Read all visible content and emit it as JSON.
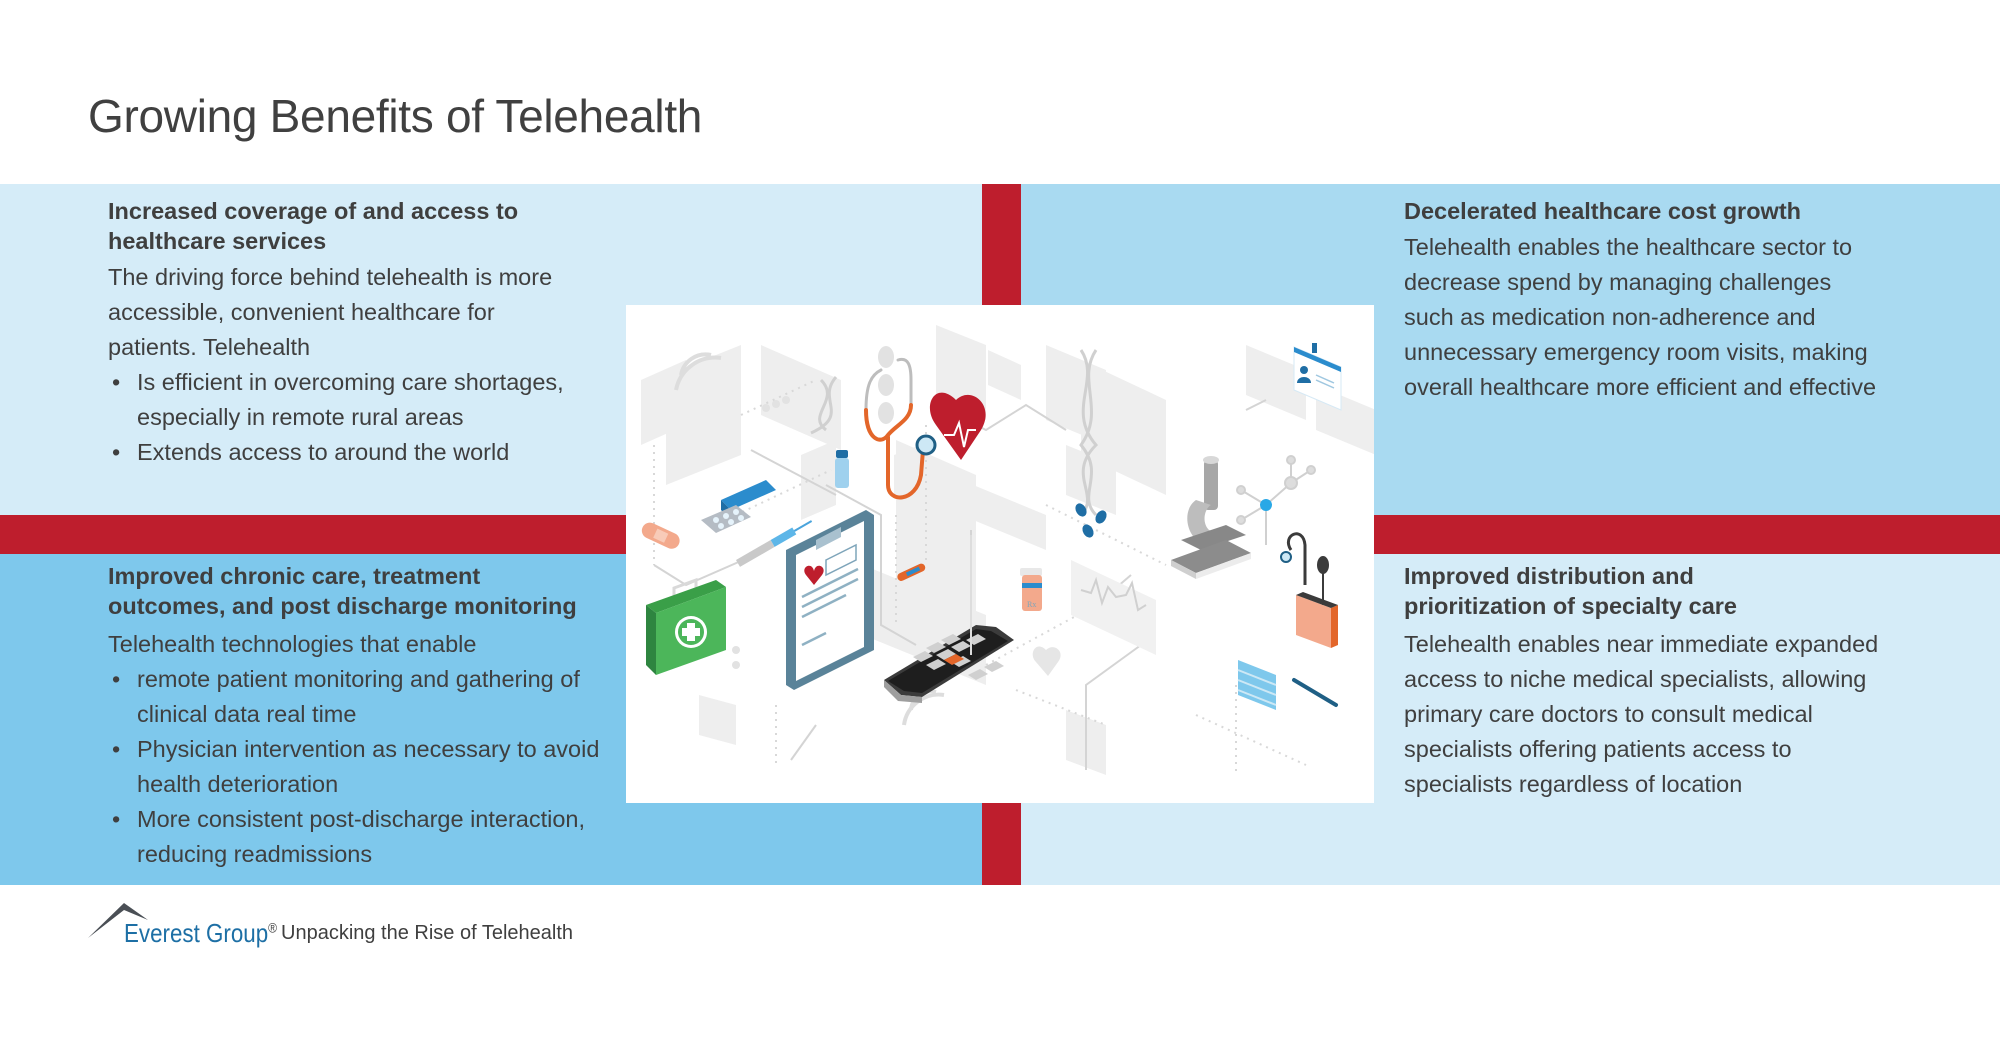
{
  "page": {
    "title": "Growing Benefits of Telehealth"
  },
  "colors": {
    "light_blue": "#d5ecf8",
    "mid_blue": "#a9daf1",
    "strong_blue": "#7ec8ec",
    "red": "#be1e2d",
    "text": "#3f3f3f"
  },
  "quadrants": {
    "top_left": {
      "heading_line1": "Increased coverage of and access to",
      "heading_line2": "healthcare services",
      "intro": [
        "The driving force behind telehealth is more",
        "accessible, convenient healthcare for",
        "patients. Telehealth"
      ],
      "bullets": [
        {
          "lines": [
            "Is efficient in overcoming care shortages,",
            "especially in remote rural areas"
          ]
        },
        {
          "lines": [
            "Extends access to around the world"
          ]
        }
      ]
    },
    "top_right": {
      "heading_line1": "Decelerated healthcare cost growth",
      "body": [
        "Telehealth enables the healthcare sector to",
        "decrease spend by managing challenges",
        "such as medication non-adherence and",
        "unnecessary emergency room visits, making",
        "overall healthcare more efficient and effective"
      ]
    },
    "bottom_left": {
      "heading_line1": "Improved chronic care, treatment",
      "heading_line2": "outcomes, and post discharge monitoring",
      "intro": [
        "Telehealth technologies that enable"
      ],
      "bullets": [
        {
          "lines": [
            "remote patient monitoring and gathering of",
            "clinical data real time"
          ]
        },
        {
          "lines": [
            "Physician intervention as necessary to avoid",
            "health deterioration"
          ]
        },
        {
          "lines": [
            "More consistent post-discharge interaction,",
            "reducing readmissions"
          ]
        }
      ]
    },
    "bottom_right": {
      "heading_line1": "Improved distribution and",
      "heading_line2": "prioritization of specialty care",
      "body": [
        "Telehealth enables near immediate expanded",
        "access to niche medical specialists, allowing",
        "primary care doctors to consult medical",
        "specialists offering patients access to",
        "specialists regardless of location"
      ]
    }
  },
  "bullet_char": "•",
  "illustration": {
    "icons": [
      "stethoscope-icon",
      "heart-icon",
      "clipboard-icon",
      "first-aid-kit-icon",
      "tablet-icon",
      "microscope-icon",
      "pill-blister-icon",
      "syringe-icon",
      "vial-icon",
      "bandage-icon",
      "thermometer-icon",
      "pill-bottle-icon",
      "face-mask-icon",
      "id-badge-icon",
      "dna-icon",
      "molecule-icon",
      "capsules-icon",
      "ecg-monitor-icon",
      "iv-bag-icon",
      "scalpel-icon"
    ]
  },
  "footer": {
    "brand": "Everest Group",
    "registered": "®",
    "caption": "Unpacking the Rise of Telehealth"
  }
}
